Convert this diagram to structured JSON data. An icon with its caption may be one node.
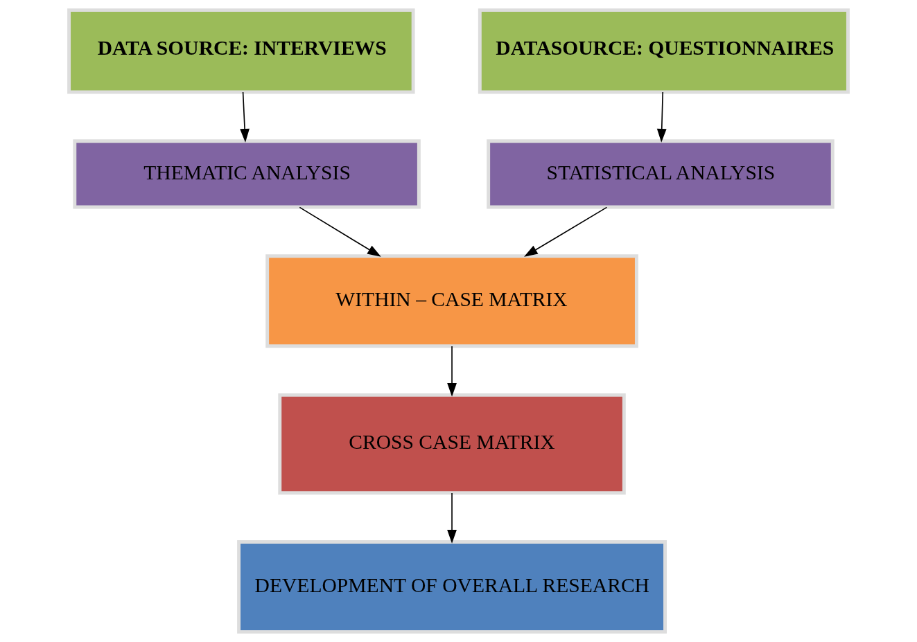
{
  "diagram": {
    "nodes": [
      {
        "text": [
          "DATA SOURCE: INTERVIEWS"
        ]
      },
      {
        "text": [
          "DATASOURCE: QUESTIONNAIRES"
        ]
      },
      {
        "text": [
          "THEMATIC ANALYSIS"
        ]
      },
      {
        "text": [
          "STATISTICAL ANALYSIS"
        ]
      },
      {
        "text": [
          "WITHIN – CASE MATRIX"
        ]
      },
      {
        "text": [
          "CROSS CASE MATRIX"
        ]
      },
      {
        "text": [
          "DEVELOPMENT OF OVERALL RESEARCH"
        ]
      }
    ],
    "edges": [
      {
        "from": 0,
        "to": 2,
        "arrow": "to"
      },
      {
        "from": 1,
        "to": 3,
        "arrow": "to"
      },
      {
        "from": 2,
        "to": 4,
        "arrow": "to"
      },
      {
        "from": 3,
        "to": 4,
        "arrow": "to"
      },
      {
        "from": 4,
        "to": 5,
        "arrow": "to"
      },
      {
        "from": 5,
        "to": 6,
        "arrow": "to"
      }
    ]
  }
}
